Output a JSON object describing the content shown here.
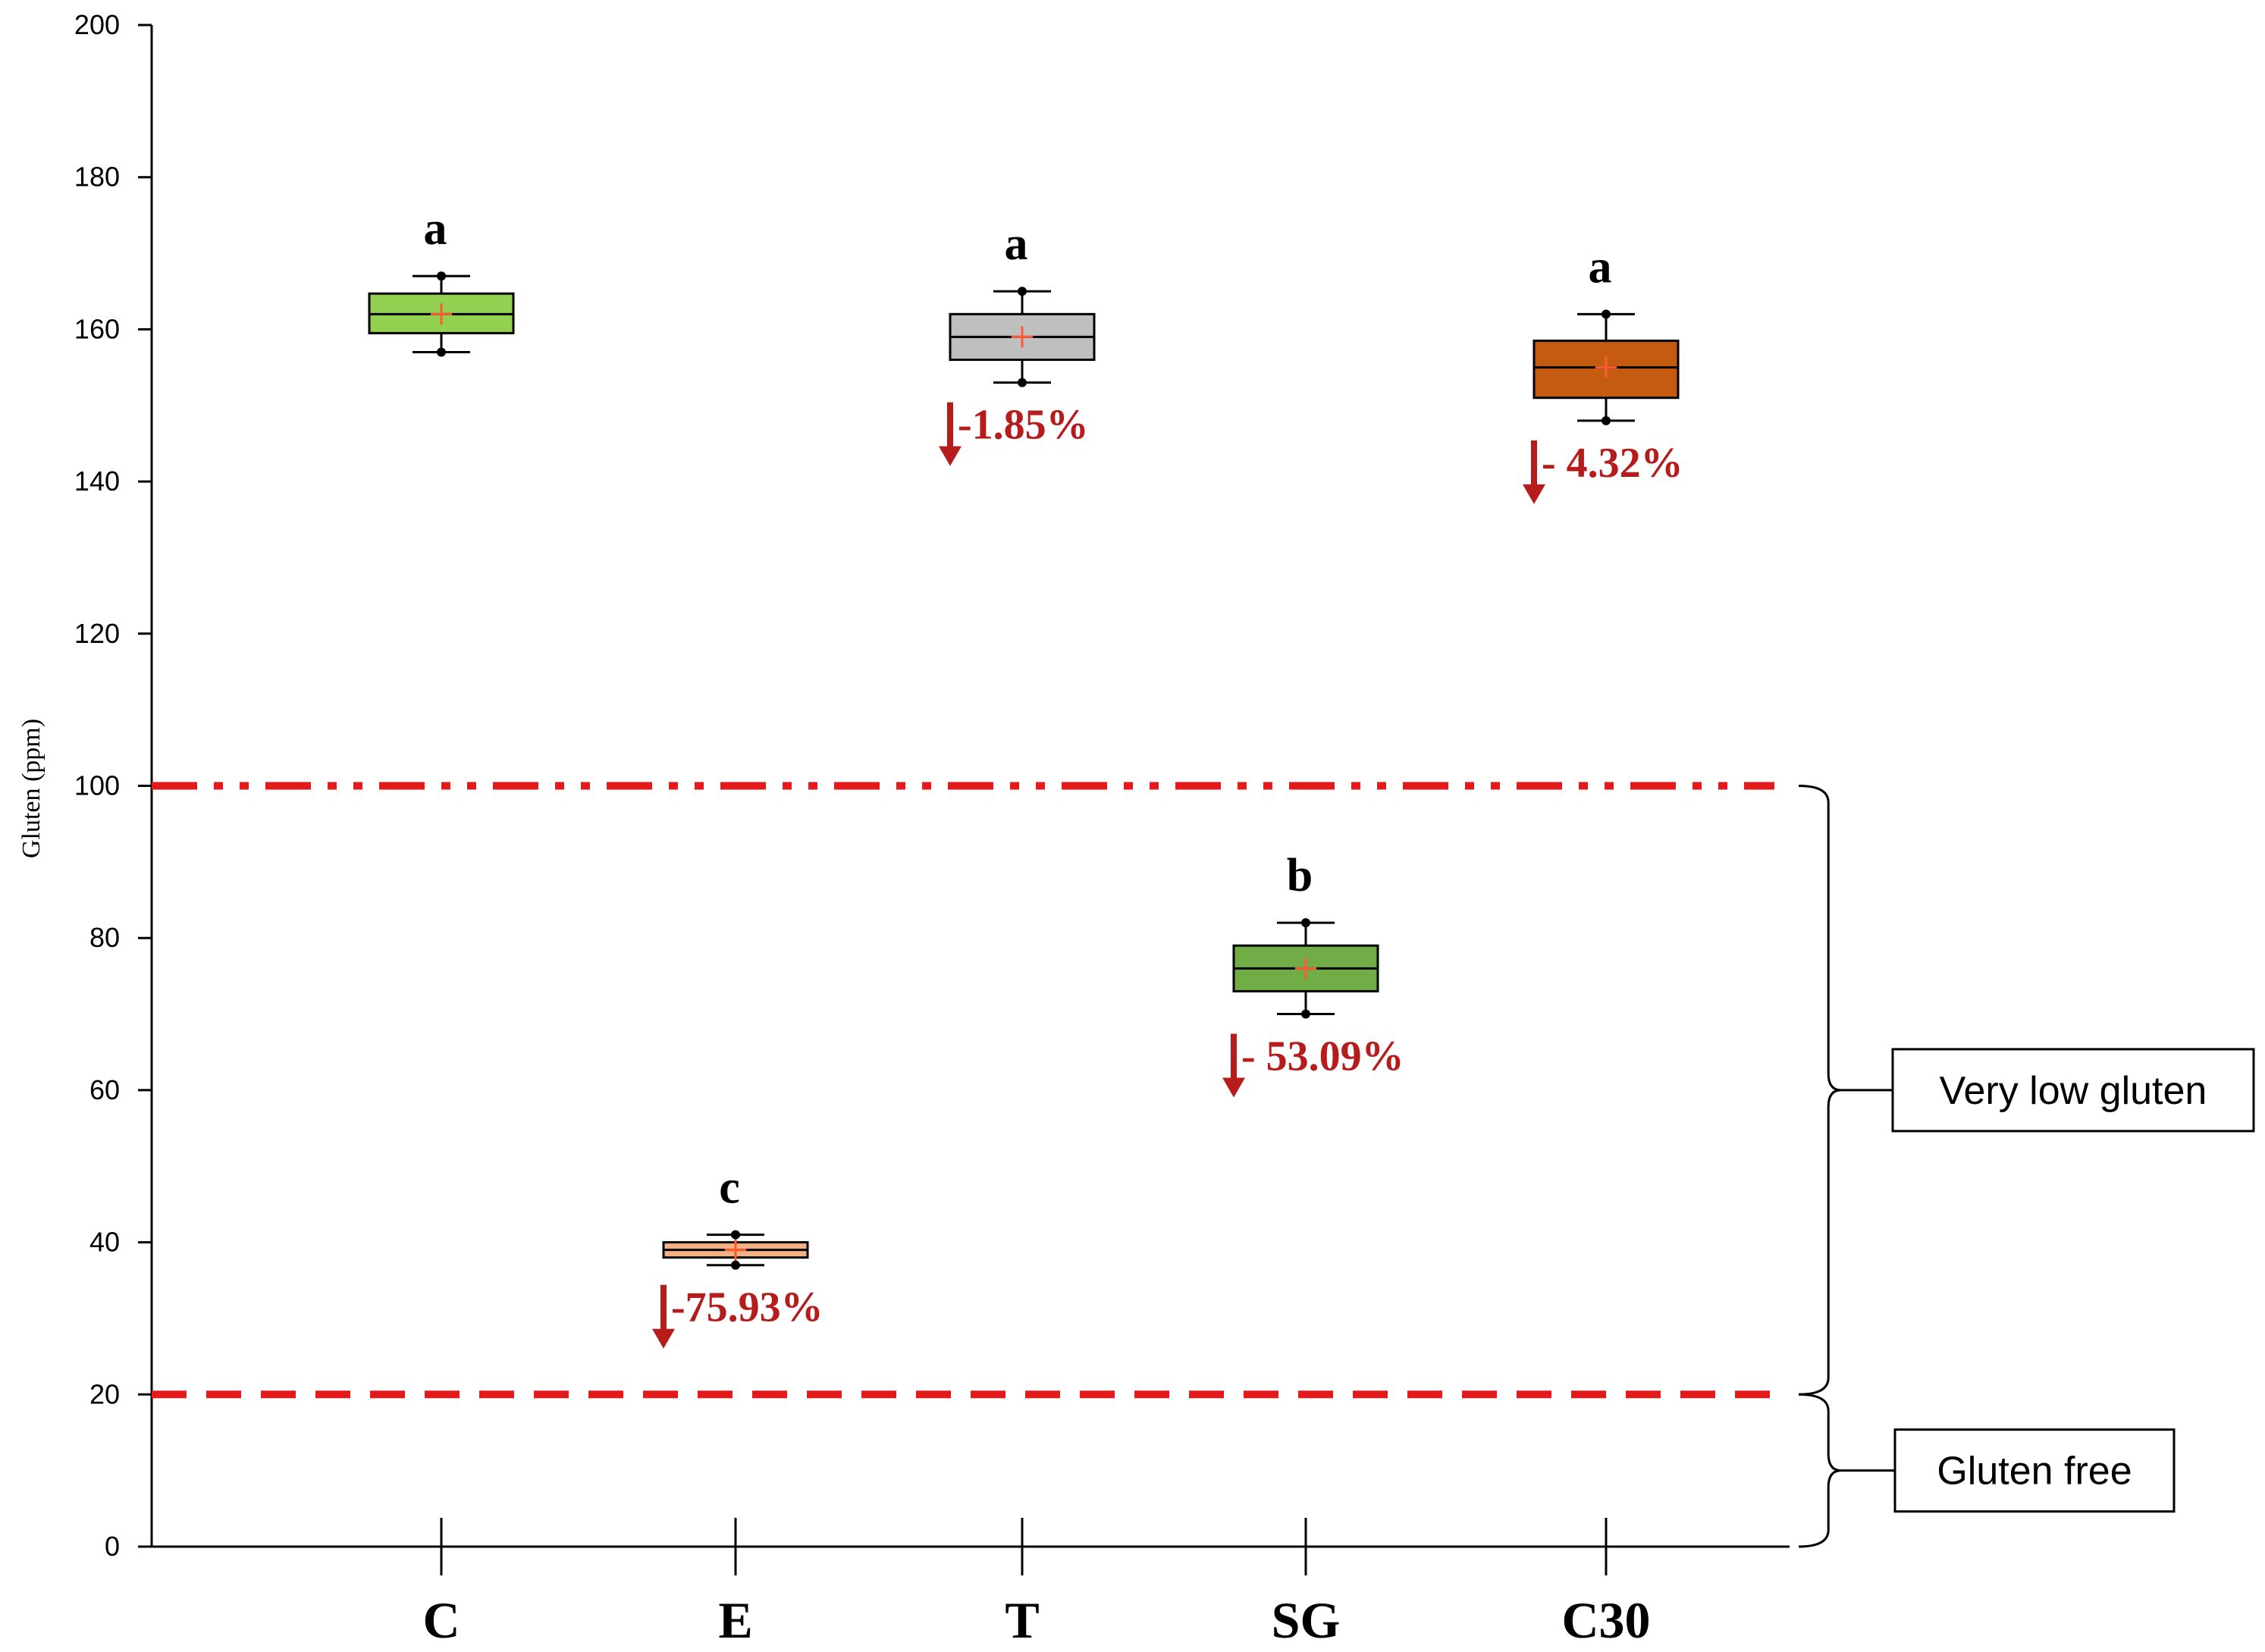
{
  "chart_data": {
    "type": "box",
    "ylabel": "Gluten (ppm)",
    "ylim": [
      0,
      200
    ],
    "yticks": [
      0,
      20,
      40,
      60,
      80,
      100,
      120,
      140,
      160,
      180,
      200
    ],
    "categories": [
      "C",
      "E",
      "T",
      "SG",
      "C30"
    ],
    "boxes": [
      {
        "category": "C",
        "min": 157,
        "q1": 159.5,
        "median": 162,
        "q3": 164.7,
        "max": 167,
        "mean": 162,
        "color": "#92d050",
        "letter": "a",
        "change": ""
      },
      {
        "category": "E",
        "min": 37,
        "q1": 38,
        "median": 39,
        "q3": 40,
        "max": 41,
        "mean": 39,
        "color": "#f4b183",
        "letter": "c",
        "change": "-75.93%"
      },
      {
        "category": "T",
        "min": 153,
        "q1": 156,
        "median": 159,
        "q3": 162,
        "max": 165,
        "mean": 159,
        "color": "#bfbfbf",
        "letter": "a",
        "change": "-1.85%"
      },
      {
        "category": "SG",
        "min": 70,
        "q1": 73,
        "median": 76,
        "q3": 79,
        "max": 82,
        "mean": 76,
        "color": "#70ad47",
        "letter": "b",
        "change": "- 53.09%"
      },
      {
        "category": "C30",
        "min": 148,
        "q1": 151,
        "median": 155,
        "q3": 158.5,
        "max": 162,
        "mean": 155,
        "color": "#c55a11",
        "letter": "a",
        "change": "- 4.32%"
      }
    ],
    "reference_lines": [
      {
        "value": 100,
        "style": "dash-dot-dot",
        "color": "#e31a1c"
      },
      {
        "value": 20,
        "style": "dashed",
        "color": "#e31a1c"
      }
    ],
    "zones": [
      {
        "label": "Very low gluten",
        "from": 20,
        "to": 100
      },
      {
        "label": "Gluten free",
        "from": 0,
        "to": 20
      }
    ],
    "mean_marker_color": "#ff5a36",
    "arrow_color": "#b71c1c"
  }
}
